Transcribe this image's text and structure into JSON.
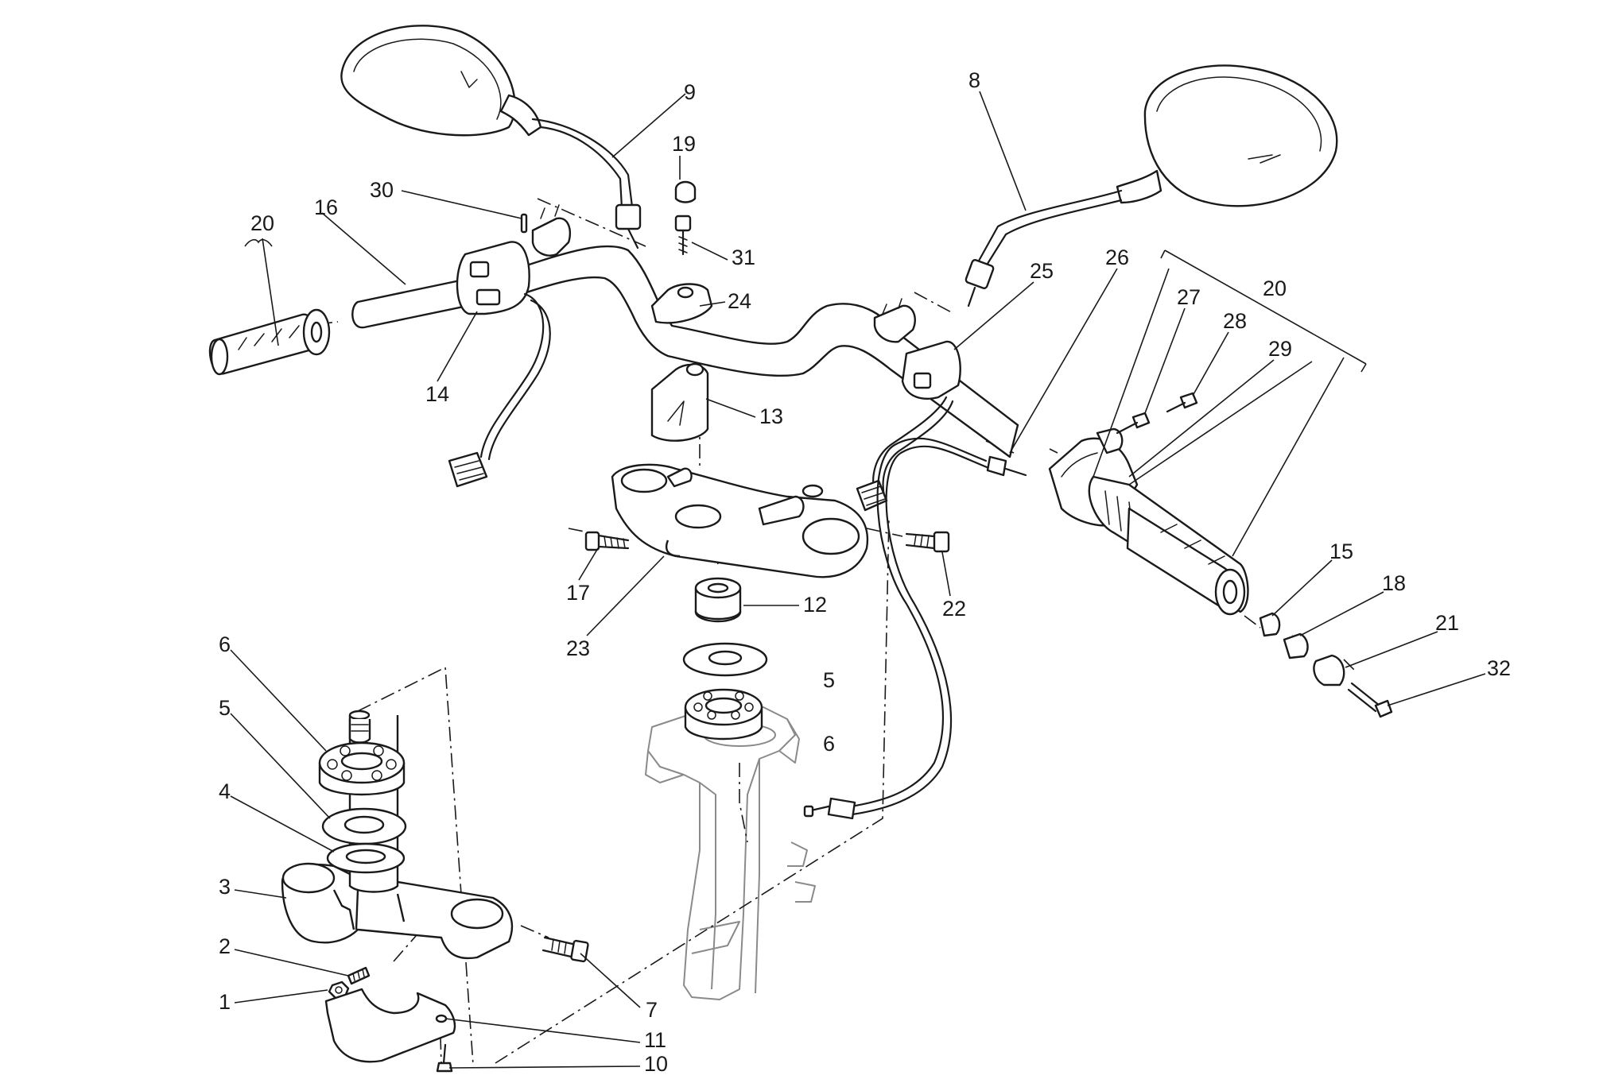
{
  "labels": [
    {
      "id": "1",
      "text": "1"
    },
    {
      "id": "2",
      "text": "2"
    },
    {
      "id": "3",
      "text": "3"
    },
    {
      "id": "4",
      "text": "4"
    },
    {
      "id": "5a",
      "text": "5"
    },
    {
      "id": "5b",
      "text": "5"
    },
    {
      "id": "6a",
      "text": "6"
    },
    {
      "id": "6b",
      "text": "6"
    },
    {
      "id": "7",
      "text": "7"
    },
    {
      "id": "8",
      "text": "8"
    },
    {
      "id": "9",
      "text": "9"
    },
    {
      "id": "10",
      "text": "10"
    },
    {
      "id": "11",
      "text": "11"
    },
    {
      "id": "12",
      "text": "12"
    },
    {
      "id": "13",
      "text": "13"
    },
    {
      "id": "14",
      "text": "14"
    },
    {
      "id": "15",
      "text": "15"
    },
    {
      "id": "16",
      "text": "16"
    },
    {
      "id": "17",
      "text": "17"
    },
    {
      "id": "18",
      "text": "18"
    },
    {
      "id": "19",
      "text": "19"
    },
    {
      "id": "20a",
      "text": "20"
    },
    {
      "id": "20b",
      "text": "20"
    },
    {
      "id": "21",
      "text": "21"
    },
    {
      "id": "22",
      "text": "22"
    },
    {
      "id": "23",
      "text": "23"
    },
    {
      "id": "24",
      "text": "24"
    },
    {
      "id": "25",
      "text": "25"
    },
    {
      "id": "26",
      "text": "26"
    },
    {
      "id": "27",
      "text": "27"
    },
    {
      "id": "28",
      "text": "28"
    },
    {
      "id": "29",
      "text": "29"
    },
    {
      "id": "30",
      "text": "30"
    },
    {
      "id": "31",
      "text": "31"
    },
    {
      "id": "32",
      "text": "32"
    }
  ]
}
